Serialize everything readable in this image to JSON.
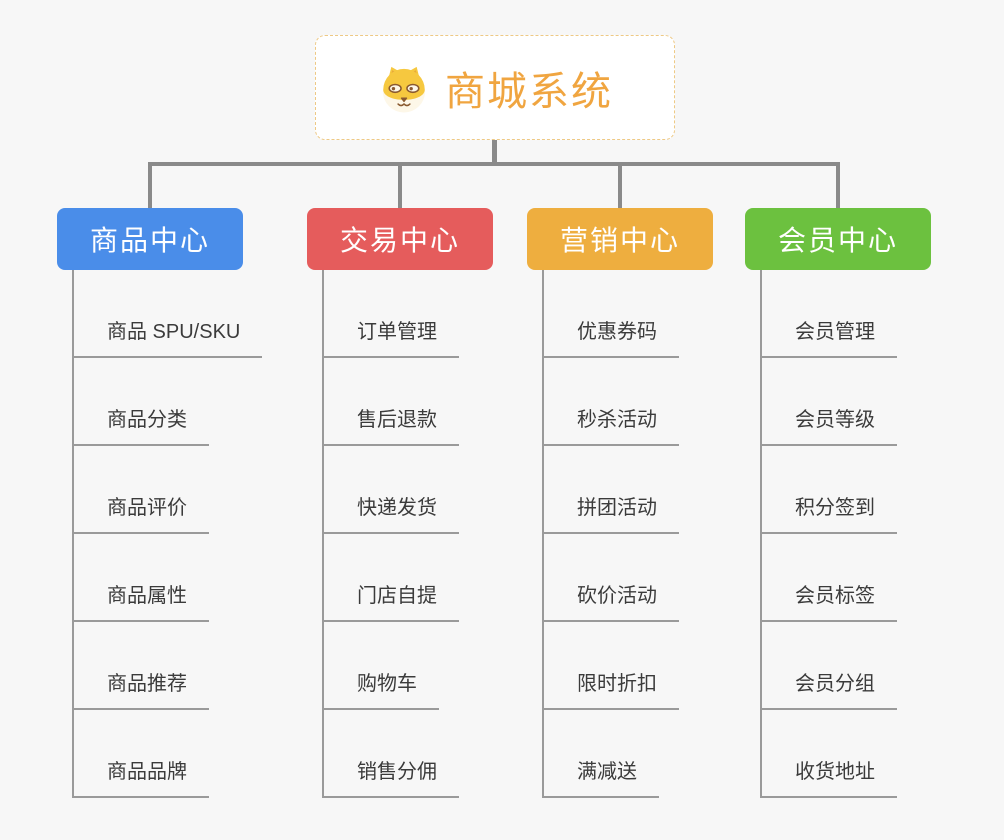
{
  "root": {
    "title": "商城系统",
    "title_color": "#f0a540",
    "border_color": "#eec985",
    "icon": "dog-face-icon"
  },
  "connector_color": "#8a8a8a",
  "leaf_line_color": "#9a9a9a",
  "branches": [
    {
      "label": "商品中心",
      "color": "#4a8de9",
      "children": [
        "商品 SPU/SKU",
        "商品分类",
        "商品评价",
        "商品属性",
        "商品推荐",
        "商品品牌"
      ]
    },
    {
      "label": "交易中心",
      "color": "#e55c5c",
      "children": [
        "订单管理",
        "售后退款",
        "快递发货",
        "门店自提",
        "购物车",
        "销售分佣"
      ]
    },
    {
      "label": "营销中心",
      "color": "#eeae3f",
      "children": [
        "优惠券码",
        "秒杀活动",
        "拼团活动",
        "砍价活动",
        "限时折扣",
        "满减送"
      ]
    },
    {
      "label": "会员中心",
      "color": "#6cc13f",
      "children": [
        "会员管理",
        "会员等级",
        "积分签到",
        "会员标签",
        "会员分组",
        "收货地址"
      ]
    }
  ]
}
